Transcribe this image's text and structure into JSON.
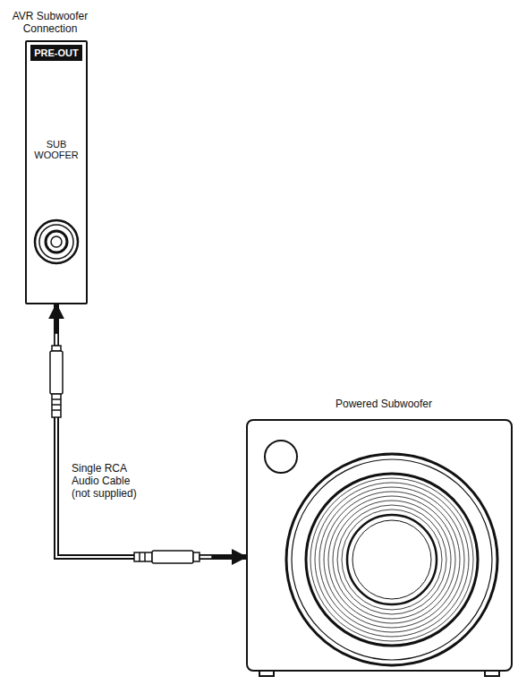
{
  "diagram": {
    "nodes": [
      {
        "text": [
          "AVR Subwoofer Connection",
          "PRE-OUT",
          "SUB WOOFER"
        ]
      },
      {
        "text": [
          "Powered Subwoofer"
        ]
      }
    ],
    "edges": [
      {
        "from": 0,
        "to": 1,
        "arrow": "both",
        "label": "Single RCA Audio Cable (not supplied)"
      }
    ]
  }
}
